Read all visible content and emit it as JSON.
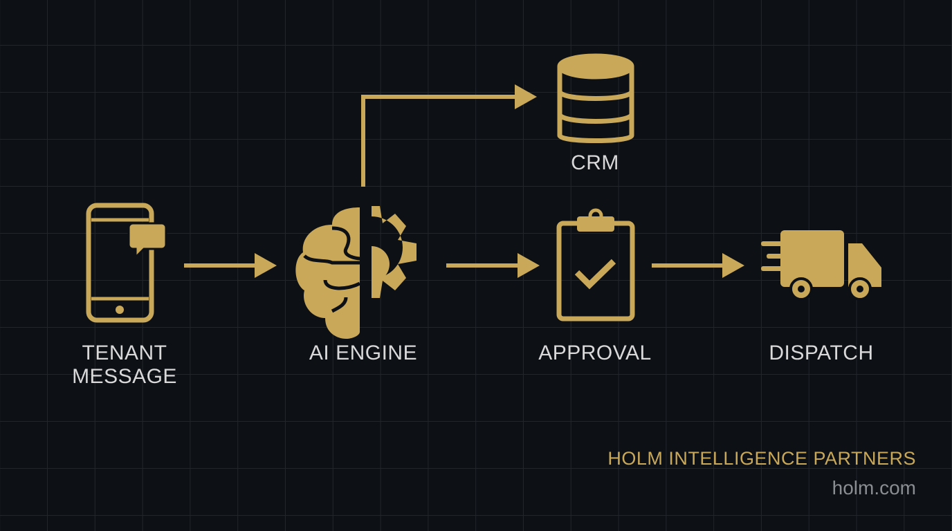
{
  "nodes": [
    {
      "id": "tenant",
      "label_lines": [
        "TENANT",
        "MESSAGE"
      ],
      "icon": "smartphone-chat-icon"
    },
    {
      "id": "ai",
      "label": "AI ENGINE",
      "icon": "brain-gear-icon"
    },
    {
      "id": "crm",
      "label": "CRM",
      "icon": "database-icon"
    },
    {
      "id": "approval",
      "label": "APPROVAL",
      "icon": "clipboard-check-icon"
    },
    {
      "id": "dispatch",
      "label": "DISPATCH",
      "icon": "delivery-truck-icon"
    }
  ],
  "edges": [
    [
      "tenant",
      "ai"
    ],
    [
      "ai",
      "crm"
    ],
    [
      "ai",
      "approval"
    ],
    [
      "approval",
      "dispatch"
    ]
  ],
  "footer": {
    "brand": "HOLM INTELLIGENCE PARTNERS",
    "url": "holm.com"
  },
  "colors": {
    "accent": "#c9a85a",
    "background": "#0d1116",
    "text": "#d9d9d9"
  }
}
